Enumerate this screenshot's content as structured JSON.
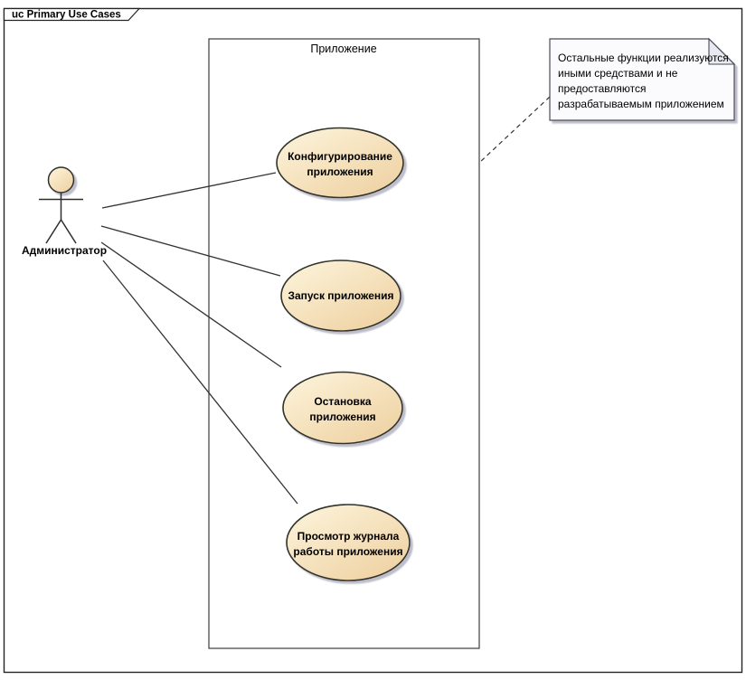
{
  "frame": {
    "title": "uc Primary Use Cases"
  },
  "system_boundary": {
    "label": "Приложение"
  },
  "actor": {
    "name": "Администратор"
  },
  "use_cases": [
    {
      "id": "configure-app",
      "label_line1": "Конфигурирование",
      "label_line2": "приложения"
    },
    {
      "id": "start-app",
      "label_line1": "Запуск приложения"
    },
    {
      "id": "stop-app",
      "label_line1": "Остановка",
      "label_line2": "приложения"
    },
    {
      "id": "view-log",
      "label_line1": "Просмотр журнала",
      "label_line2": "работы приложения"
    }
  ],
  "note": {
    "lines": [
      "Остальные функции реализуются",
      "иными средствами и не",
      "предоставляются",
      "разрабатываемым приложением"
    ]
  },
  "colors": {
    "usecase_fill_light": "#fdf5dd",
    "usecase_fill_dark": "#eed0a0",
    "usecase_border": "#30302a",
    "note_fill": "#fbfbfe",
    "note_fold": "#e9e9f2",
    "note_border": "#4a4a55",
    "shadow": "#b9bac6",
    "connector": "#333333",
    "frame_border": "#242424"
  }
}
